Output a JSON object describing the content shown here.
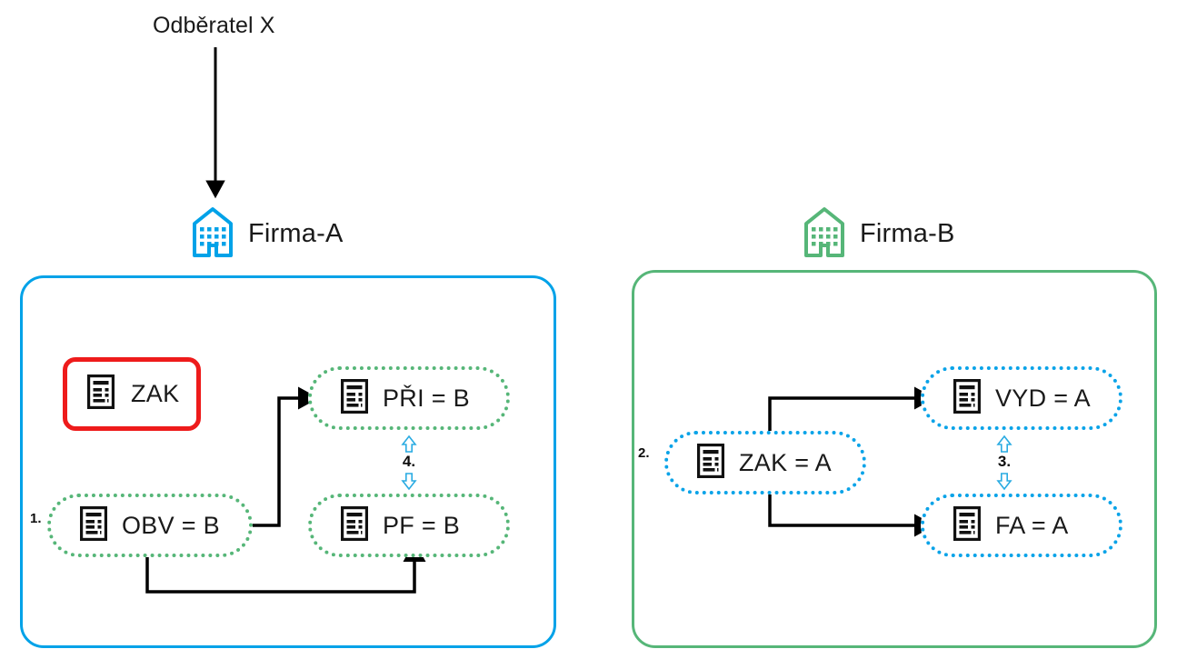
{
  "diagram": {
    "customer": {
      "label": "Odběratel X"
    },
    "companies": [
      {
        "key": "firma_a",
        "name": "Firma-A",
        "icon": "building-icon",
        "accent_color": "#00a2e8",
        "node_border_color": "#56b678",
        "nodes": [
          {
            "key": "zak",
            "label": "ZAK",
            "icon": "document-icon",
            "style": "solid-red",
            "step": ""
          },
          {
            "key": "obv",
            "label": "OBV = B",
            "icon": "document-icon",
            "style": "dotted-green",
            "step": "1."
          },
          {
            "key": "pri",
            "label": "PŘI = B",
            "icon": "document-icon",
            "style": "dotted-green",
            "step": ""
          },
          {
            "key": "pf",
            "label": "PF = B",
            "icon": "document-icon",
            "style": "dotted-green",
            "step": ""
          }
        ],
        "link_step": "4."
      },
      {
        "key": "firma_b",
        "name": "Firma-B",
        "icon": "building-icon",
        "accent_color": "#56b678",
        "node_border_color": "#0aa3e8",
        "nodes": [
          {
            "key": "zak_a",
            "label": "ZAK = A",
            "icon": "document-icon",
            "style": "dotted-blue",
            "step": "2."
          },
          {
            "key": "vyd",
            "label": "VYD = A",
            "icon": "document-icon",
            "style": "dotted-blue",
            "step": ""
          },
          {
            "key": "fa",
            "label": "FA = A",
            "icon": "document-icon",
            "style": "dotted-blue",
            "step": ""
          }
        ],
        "link_step": "3."
      }
    ],
    "colors": {
      "blue": "#00a2e8",
      "green": "#56b678",
      "red": "#ee1b1b",
      "arrow": "#000000",
      "text": "#1a1a1a"
    }
  }
}
